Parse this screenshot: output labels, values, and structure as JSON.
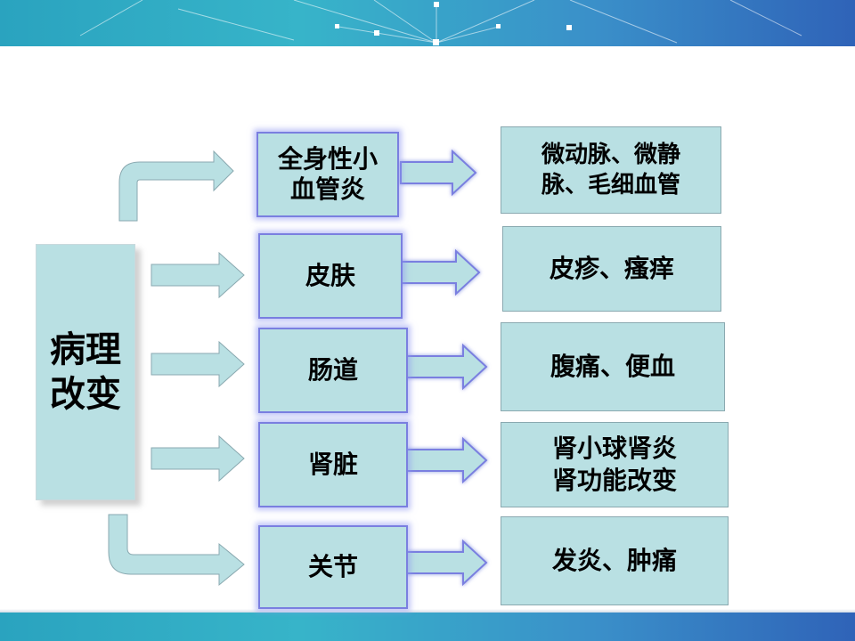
{
  "diagram": {
    "root": {
      "label": "病理\n改变"
    },
    "branches": [
      {
        "category": "全身性小\n血管炎",
        "manifestation": "微动脉、微静\n脉、毛细血管"
      },
      {
        "category": "皮肤",
        "manifestation": "皮疹、瘙痒"
      },
      {
        "category": "肠道",
        "manifestation": "腹痛、便血"
      },
      {
        "category": "肾脏",
        "manifestation": "肾小球肾炎\n肾功能改变"
      },
      {
        "category": "关节",
        "manifestation": "发炎、肿痛"
      }
    ]
  },
  "colors": {
    "box_fill": "#b9e0e3",
    "mid_border": "#7a7fe0",
    "arrow_border": "#7a7fe0",
    "banner": "#2aa3bf"
  }
}
